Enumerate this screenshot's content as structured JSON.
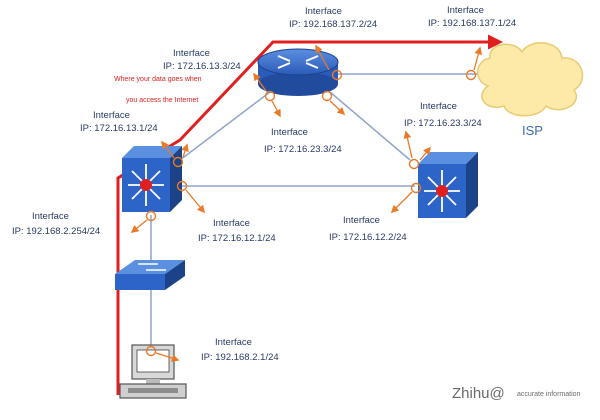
{
  "labels": {
    "l1": {
      "title": "Interface",
      "ip": "IP: 192.168.137.2/24"
    },
    "l2": {
      "title": "Interface",
      "ip": "IP: 192.168.137.1/24"
    },
    "l3": {
      "title": "Interface",
      "ip": "IP: 172.16.13.3/24"
    },
    "l4": {
      "title": "Interface",
      "ip": "IP: 172.16.13.1/24"
    },
    "l5": {
      "title": "Interface",
      "ip": "IP: 172.16.23.3/24"
    },
    "l6": {
      "title": "Interface",
      "ip": "IP: 172.16.23.3/24"
    },
    "l7": {
      "title": "Interface",
      "ip": "IP: 192.168.2.254/24"
    },
    "l8": {
      "title": "Interface",
      "ip": "IP: 172.16.12.1/24"
    },
    "l9": {
      "title": "Interface",
      "ip": "IP: 172.16.12.2/24"
    },
    "l10": {
      "title": "Interface",
      "ip": "IP: 192.168.2.1/24"
    }
  },
  "annotation": {
    "line1": "Where your data goes when",
    "line2": "you access the Internet"
  },
  "cloud_label": "ISP",
  "watermark": {
    "brand": "Zhihu@",
    "sub": "accurate information"
  },
  "colors": {
    "data_path": "#e02020",
    "link": "#8fa4c8",
    "device": "#2d64c8",
    "cloud": "#fde9a8",
    "arrow": "#e87a28"
  }
}
